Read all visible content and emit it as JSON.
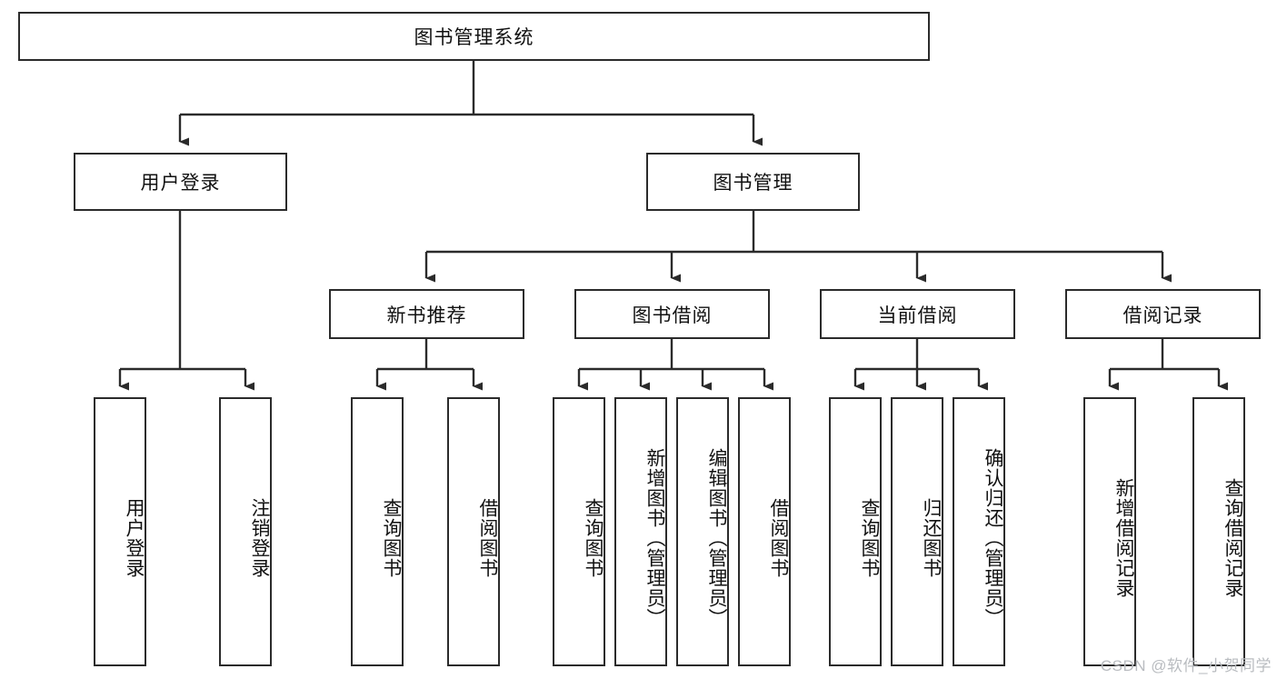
{
  "diagram": {
    "title": "图书管理系统",
    "type": "hierarchy-tree",
    "root": {
      "label": "图书管理系统"
    },
    "level2": [
      {
        "label": "用户登录"
      },
      {
        "label": "图书管理"
      }
    ],
    "level3": [
      {
        "label": "新书推荐"
      },
      {
        "label": "图书借阅"
      },
      {
        "label": "当前借阅"
      },
      {
        "label": "借阅记录"
      }
    ],
    "leaves": {
      "user_login": [
        {
          "label": "用户登录"
        },
        {
          "label": "注销登录"
        }
      ],
      "new_book_recommend": [
        {
          "label": "查询图书"
        },
        {
          "label": "借阅图书"
        }
      ],
      "book_borrow": [
        {
          "label": "查询图书"
        },
        {
          "label": "新增图书（管理员）"
        },
        {
          "label": "编辑图书（管理员）"
        },
        {
          "label": "借阅图书"
        }
      ],
      "current_borrow": [
        {
          "label": "查询图书"
        },
        {
          "label": "归还图书"
        },
        {
          "label": "确认归还（管理员）"
        }
      ],
      "borrow_records": [
        {
          "label": "新增借阅记录"
        },
        {
          "label": "查询借阅记录"
        }
      ]
    }
  },
  "watermark": {
    "text": "CSDN @软件_小贺同学"
  },
  "colors": {
    "stroke": "#2b2b2b",
    "fill": "#ffffff",
    "text": "#111111",
    "watermark": "#b9bcc0"
  }
}
